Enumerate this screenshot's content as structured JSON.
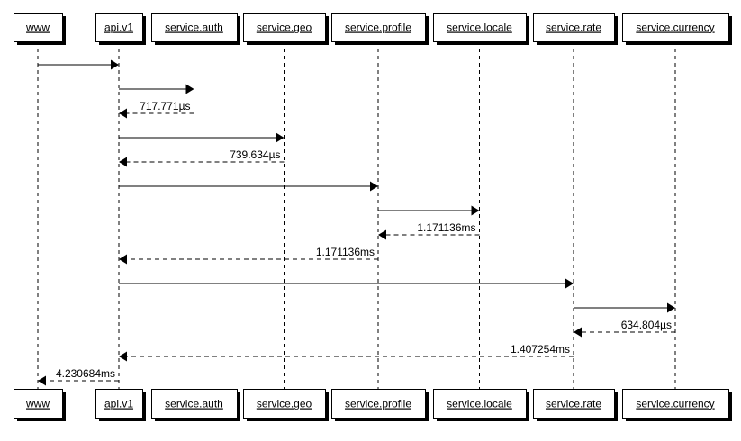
{
  "diagram": {
    "type": "sequence",
    "participants": [
      "www",
      "api.v1",
      "service.auth",
      "service.geo",
      "service.profile",
      "service.locale",
      "service.rate",
      "service.currency"
    ],
    "messages": [
      {
        "from": 0,
        "to": 1,
        "kind": "call",
        "label": ""
      },
      {
        "from": 1,
        "to": 2,
        "kind": "call",
        "label": ""
      },
      {
        "from": 2,
        "to": 1,
        "kind": "return",
        "label": "717.771µs"
      },
      {
        "from": 1,
        "to": 3,
        "kind": "call",
        "label": ""
      },
      {
        "from": 3,
        "to": 1,
        "kind": "return",
        "label": "739.634µs"
      },
      {
        "from": 1,
        "to": 4,
        "kind": "call",
        "label": ""
      },
      {
        "from": 4,
        "to": 5,
        "kind": "call",
        "label": ""
      },
      {
        "from": 5,
        "to": 4,
        "kind": "return",
        "label": "1.171136ms"
      },
      {
        "from": 4,
        "to": 1,
        "kind": "return",
        "label": "1.171136ms"
      },
      {
        "from": 1,
        "to": 6,
        "kind": "call",
        "label": ""
      },
      {
        "from": 6,
        "to": 7,
        "kind": "call",
        "label": ""
      },
      {
        "from": 7,
        "to": 6,
        "kind": "return",
        "label": "634.804µs"
      },
      {
        "from": 6,
        "to": 1,
        "kind": "return",
        "label": "1.407254ms"
      },
      {
        "from": 1,
        "to": 0,
        "kind": "return",
        "label": "4.230684ms"
      }
    ]
  }
}
